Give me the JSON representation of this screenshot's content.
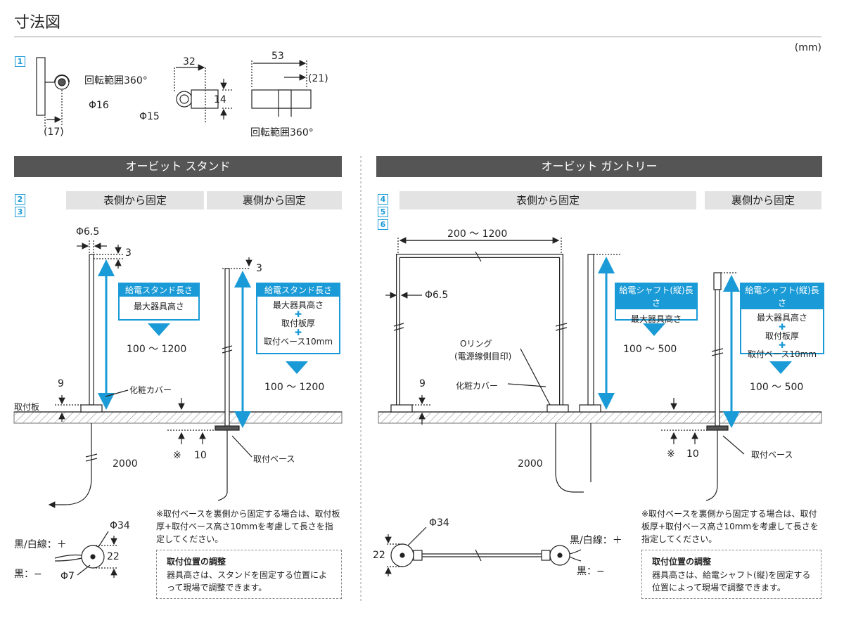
{
  "title": "寸法図",
  "unit": "(mm)",
  "badges": [
    "1",
    "2",
    "3",
    "4",
    "5",
    "6"
  ],
  "top": {
    "rotate1": "回転範囲360°",
    "phi16": "Φ16",
    "d17": "(17)",
    "d32": "32",
    "d14": "14",
    "phi15": "Φ15",
    "d53": "53",
    "d21": "(21)",
    "rotate2": "回転範囲360°"
  },
  "stand": {
    "header": "オービット スタンド",
    "front": "表側から固定",
    "back": "裏側から固定",
    "phi65": "Φ6.5",
    "d3a": "3",
    "d3b": "3",
    "d9": "9",
    "plate": "取付板",
    "cover": "化粧カバー",
    "base": "取付ベース",
    "kome": "※",
    "d10": "10",
    "d2000": "2000",
    "box1": {
      "head": "給電スタンド長さ",
      "l1": "最大器具高さ",
      "range": "100 〜 1200"
    },
    "box2": {
      "head": "給電スタンド長さ",
      "l1": "最大器具高さ",
      "l2": "取付板厚",
      "l3": "取付ベース10mm",
      "range": "100 〜 1200"
    },
    "wire": {
      "plus": "黒/白線：＋",
      "minus": "黒：−",
      "phi34": "Φ34",
      "d22": "22",
      "phi7": "Φ7"
    },
    "note": "※取付ベースを裏側から固定する場合は、取付板厚+取付ベース高さ10mmを考慮して長さを指定してください。",
    "adj_head": "取付位置の調整",
    "adj_text": "器具高さは、スタンドを固定する位置によって現場で調整できます。"
  },
  "gantry": {
    "header": "オービット ガントリー",
    "front": "表側から固定",
    "back": "裏側から固定",
    "width": "200 〜 1200",
    "phi65": "Φ6.5",
    "oring": "Oリング",
    "oring_sub": "(電源線側目印)",
    "d9": "9",
    "cover": "化粧カバー",
    "d2000": "2000",
    "kome": "※",
    "d10": "10",
    "base": "取付ベース",
    "box1": {
      "head": "給電シャフト(縦)長さ",
      "l1": "最大器具高さ",
      "range": "100 〜 500"
    },
    "box2": {
      "head": "給電シャフト(縦)長さ",
      "l1": "最大器具高さ",
      "l2": "取付板厚",
      "l3": "取付ベース10mm",
      "range": "100 〜 500"
    },
    "wire": {
      "phi34": "Φ34",
      "d22": "22",
      "plus": "黒/白線：＋",
      "minus": "黒：−"
    },
    "note": "※取付ベースを裏側から固定する場合は、取付板厚+取付ベース高さ10mmを考慮して長さを指定してください。",
    "adj_head": "取付位置の調整",
    "adj_text": "器具高さは、給電シャフト(縦)を固定する位置によって現場で調整できます。"
  }
}
